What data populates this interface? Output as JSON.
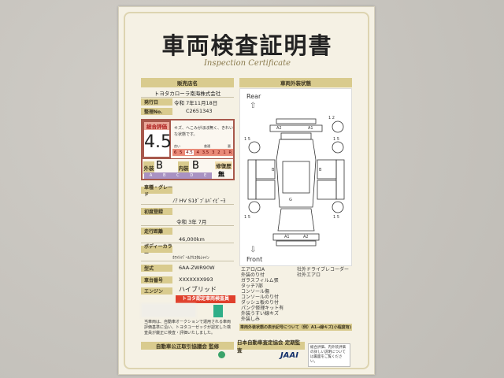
{
  "title": "車両検査証明書",
  "subtitle": "Inspection Certificate",
  "dealer": {
    "header": "販売店名",
    "name": "トヨタカローラ南海株式会社",
    "issue_label": "発行日",
    "issue_date": "令和 7年11月18日",
    "number_label": "整理No.",
    "number": "C2651343"
  },
  "evaluation": {
    "overall_label": "総合評価",
    "score": "4.5",
    "comment": "キズ、へこみがほぼ無く、きれいな状態です。",
    "scale_left": "良い",
    "scale_mid": "普通",
    "scale_right": "悪",
    "score_scale": [
      "6",
      "5",
      "4.5",
      "4",
      "3.5",
      "3",
      "2",
      "1",
      "R"
    ],
    "exterior_label": "外装",
    "exterior_grade": "B",
    "interior_label": "内装",
    "interior_grade": "B",
    "repair_label": "修復歴",
    "repair_value": "無",
    "grade_scale": [
      "A",
      "B",
      "C",
      "D",
      "E"
    ],
    "accent": "#a8584c"
  },
  "vehicle": [
    {
      "label": "車種・グレード",
      "value": "ﾉｱ HV S1ﾀﾞﾌﾞﾙﾊﾞｲﾋﾞｰﾖ"
    },
    {
      "label": "初度登録",
      "value": "令和 3年 7月"
    },
    {
      "label": "走行距離",
      "value": "46,000km"
    },
    {
      "label": "ボディーカラー",
      "value": "ﾎﾜｲﾄﾊﾟｰﾙｸﾘｽﾀﾙｼｬｲﾝ"
    }
  ],
  "specs": [
    {
      "label": "型式",
      "value": "6AA-ZWR90W"
    },
    {
      "label": "車台番号",
      "value": "XXXXXXX993"
    },
    {
      "label": "エンジン",
      "value": "ハイブリッド"
    }
  ],
  "badge": "トヨタ認定車両検査員",
  "notes": "当車両は、自動車オークションで運用される車両評価基準に沿い、トヨタユーゼックが認定した検査員が厳正に検査・評価いたしました。",
  "footer_left": "自動車公正取引協議会 監修",
  "footer_right": "日本自動車査定協会 定期監査",
  "footer_brand": "JAAI",
  "footer_note": "総合評価、内外装評価の詳しい説明については裏面をご覧ください。",
  "diagram": {
    "header": "車両外装状態",
    "rear": "Rear",
    "front": "Front",
    "marks": [
      "A2",
      "A1",
      "A1",
      "A2",
      "B",
      "B",
      "G",
      "1 2",
      "1 5",
      "1 5",
      "1 5",
      "1 5"
    ]
  },
  "equipment_left": [
    "エアロ/ロA",
    "外装のり付",
    "ガラスフィルム張",
    "タッチ7部",
    "コンソール傷",
    "コンソールのり付",
    "ダッシュ板のり付",
    "パンク修理キット有",
    "外装うすい線キズ",
    "外装しみ"
  ],
  "equipment_right": [
    "社外ドライブレコーダー",
    "社外エアロ"
  ],
  "legend_bar": "車両外装状態の表示記号について（例）A1→線キズ(小程度有)"
}
